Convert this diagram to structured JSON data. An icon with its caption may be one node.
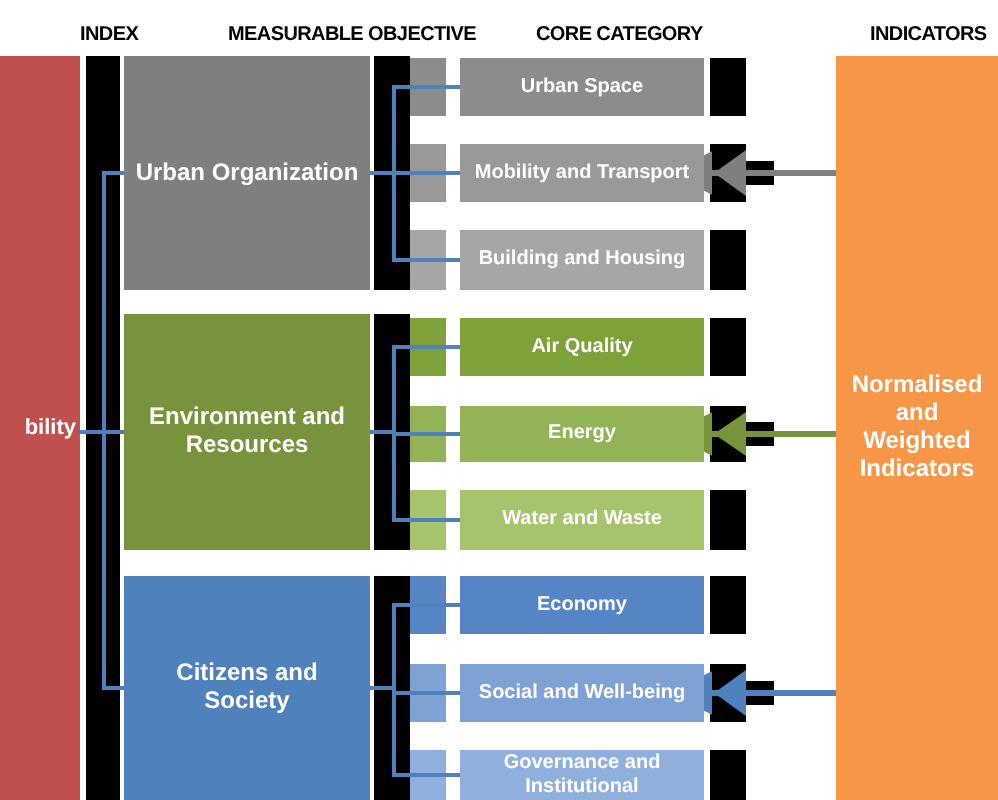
{
  "diagram": {
    "nodes": [
      {
        "text": [
          "bility"
        ]
      },
      {
        "text": [
          "Urban Organization"
        ]
      },
      {
        "text": [
          "Urban Space"
        ]
      },
      {
        "text": [
          "Mobility and Transport"
        ]
      },
      {
        "text": [
          "Building and Housing"
        ]
      },
      {
        "text": [
          "Environment and Resources"
        ]
      },
      {
        "text": [
          "Air Quality"
        ]
      },
      {
        "text": [
          "Energy"
        ]
      },
      {
        "text": [
          "Water and Waste"
        ]
      },
      {
        "text": [
          "Citizens and Society"
        ]
      },
      {
        "text": [
          "Economy"
        ]
      },
      {
        "text": [
          "Social and Well-being"
        ]
      },
      {
        "text": [
          "Governance and Institutional"
        ]
      },
      {
        "text": [
          "Normalised and Weighted Indicators"
        ]
      }
    ],
    "edges": [
      {
        "from": 0,
        "to": 1,
        "arrow": "none"
      },
      {
        "from": 0,
        "to": 5,
        "arrow": "none"
      },
      {
        "from": 0,
        "to": 9,
        "arrow": "none"
      },
      {
        "from": 1,
        "to": 2,
        "arrow": "none"
      },
      {
        "from": 1,
        "to": 3,
        "arrow": "none"
      },
      {
        "from": 1,
        "to": 4,
        "arrow": "none"
      },
      {
        "from": 5,
        "to": 6,
        "arrow": "none"
      },
      {
        "from": 5,
        "to": 7,
        "arrow": "none"
      },
      {
        "from": 5,
        "to": 8,
        "arrow": "none"
      },
      {
        "from": 9,
        "to": 10,
        "arrow": "none"
      },
      {
        "from": 9,
        "to": 11,
        "arrow": "none"
      },
      {
        "from": 9,
        "to": 12,
        "arrow": "none"
      },
      {
        "from": 13,
        "to": 3,
        "arrow": "to",
        "color": "#7f7f7f"
      },
      {
        "from": 13,
        "to": 7,
        "arrow": "to",
        "color": "#77933c"
      },
      {
        "from": 13,
        "to": 11,
        "arrow": "to",
        "color": "#4f81bd"
      }
    ],
    "labels": [
      "INDEX",
      "MEASURABLE OBJECTIVE",
      "CORE CATEGORY",
      "INDICATORS"
    ]
  }
}
